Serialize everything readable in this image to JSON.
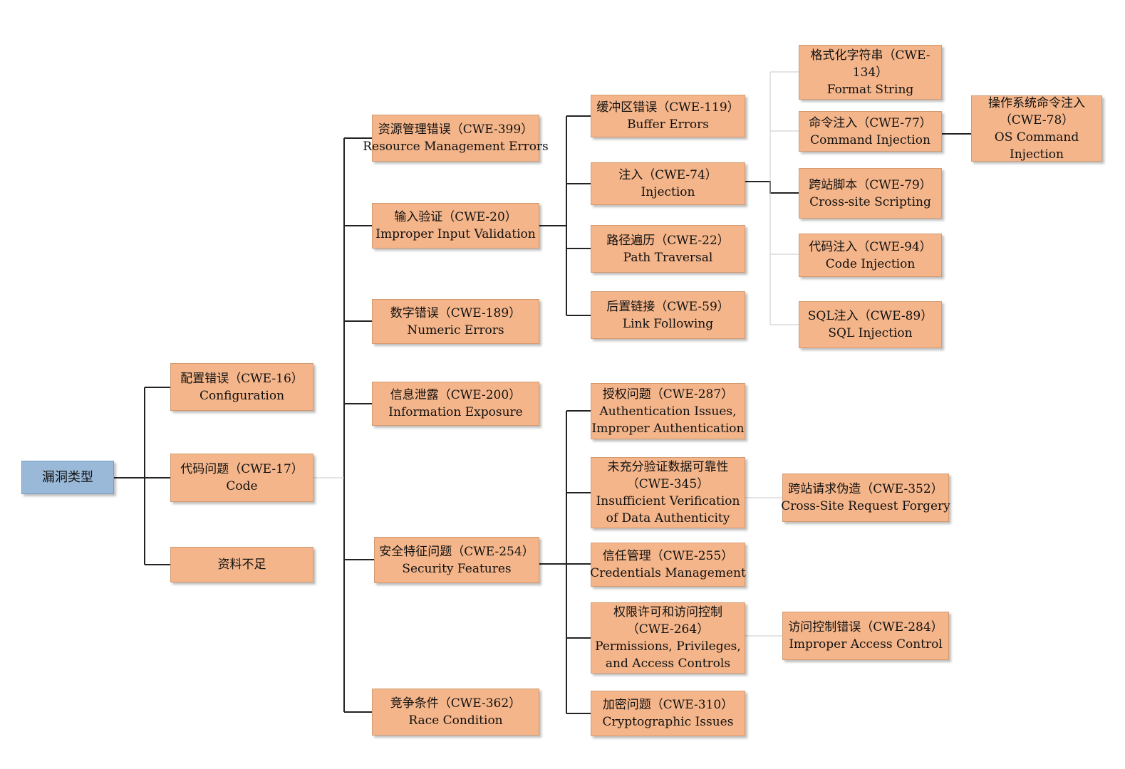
{
  "nodes": {
    "root": {
      "lines": [
        "漏洞类型"
      ]
    },
    "config": {
      "lines": [
        "配置错误（CWE-16）",
        "Configuration"
      ]
    },
    "code": {
      "lines": [
        "代码问题（CWE-17）",
        "Code"
      ]
    },
    "insufficient": {
      "lines": [
        "资料不足"
      ]
    },
    "resource": {
      "lines": [
        "资源管理错误（CWE-399）",
        "Resource Management Errors"
      ]
    },
    "input": {
      "lines": [
        "输入验证（CWE-20）",
        "Improper Input Validation"
      ]
    },
    "numeric": {
      "lines": [
        "数字错误（CWE-189）",
        "Numeric Errors"
      ]
    },
    "info": {
      "lines": [
        "信息泄露（CWE-200）",
        "Information Exposure"
      ]
    },
    "security": {
      "lines": [
        "安全特征问题（CWE-254）",
        "Security Features"
      ]
    },
    "race": {
      "lines": [
        "竞争条件（CWE-362）",
        "Race Condition"
      ]
    },
    "buffer": {
      "lines": [
        "缓冲区错误（CWE-119）",
        "Buffer Errors"
      ]
    },
    "injection": {
      "lines": [
        "注入（CWE-74）",
        "Injection"
      ]
    },
    "path": {
      "lines": [
        "路径遍历（CWE-22）",
        "Path Traversal"
      ]
    },
    "link": {
      "lines": [
        "后置链接（CWE-59）",
        "Link Following"
      ]
    },
    "format": {
      "lines": [
        "格式化字符串（CWE-",
        "134）",
        "Format String"
      ]
    },
    "command": {
      "lines": [
        "命令注入（CWE-77）",
        "Command Injection"
      ]
    },
    "oscommand": {
      "lines": [
        "操作系统命令注入",
        "（CWE-78）",
        "OS Command",
        "Injection"
      ]
    },
    "xss": {
      "lines": [
        "跨站脚本（CWE-79）",
        "Cross-site Scripting"
      ]
    },
    "codeinj": {
      "lines": [
        "代码注入（CWE-94）",
        "Code Injection"
      ]
    },
    "sql": {
      "lines": [
        "SQL注入（CWE-89）",
        "SQL Injection"
      ]
    },
    "auth": {
      "lines": [
        "授权问题（CWE-287）",
        "Authentication Issues,",
        "Improper Authentication"
      ]
    },
    "verify": {
      "lines": [
        "未充分验证数据可靠性",
        "（CWE-345）",
        "Insufficient Verification",
        "of Data Authenticity"
      ]
    },
    "csrf": {
      "lines": [
        "跨站请求伪造（CWE-352）",
        "Cross-Site Request Forgery"
      ]
    },
    "cred": {
      "lines": [
        "信任管理（CWE-255）",
        "Credentials Management"
      ]
    },
    "perm": {
      "lines": [
        "权限许可和访问控制",
        "（CWE-264）",
        "Permissions, Privileges,",
        "and Access Controls"
      ]
    },
    "access": {
      "lines": [
        "访问控制错误（CWE-284）",
        "Improper Access Control"
      ]
    },
    "crypto": {
      "lines": [
        "加密问题（CWE-310）",
        "Cryptographic Issues"
      ]
    }
  }
}
